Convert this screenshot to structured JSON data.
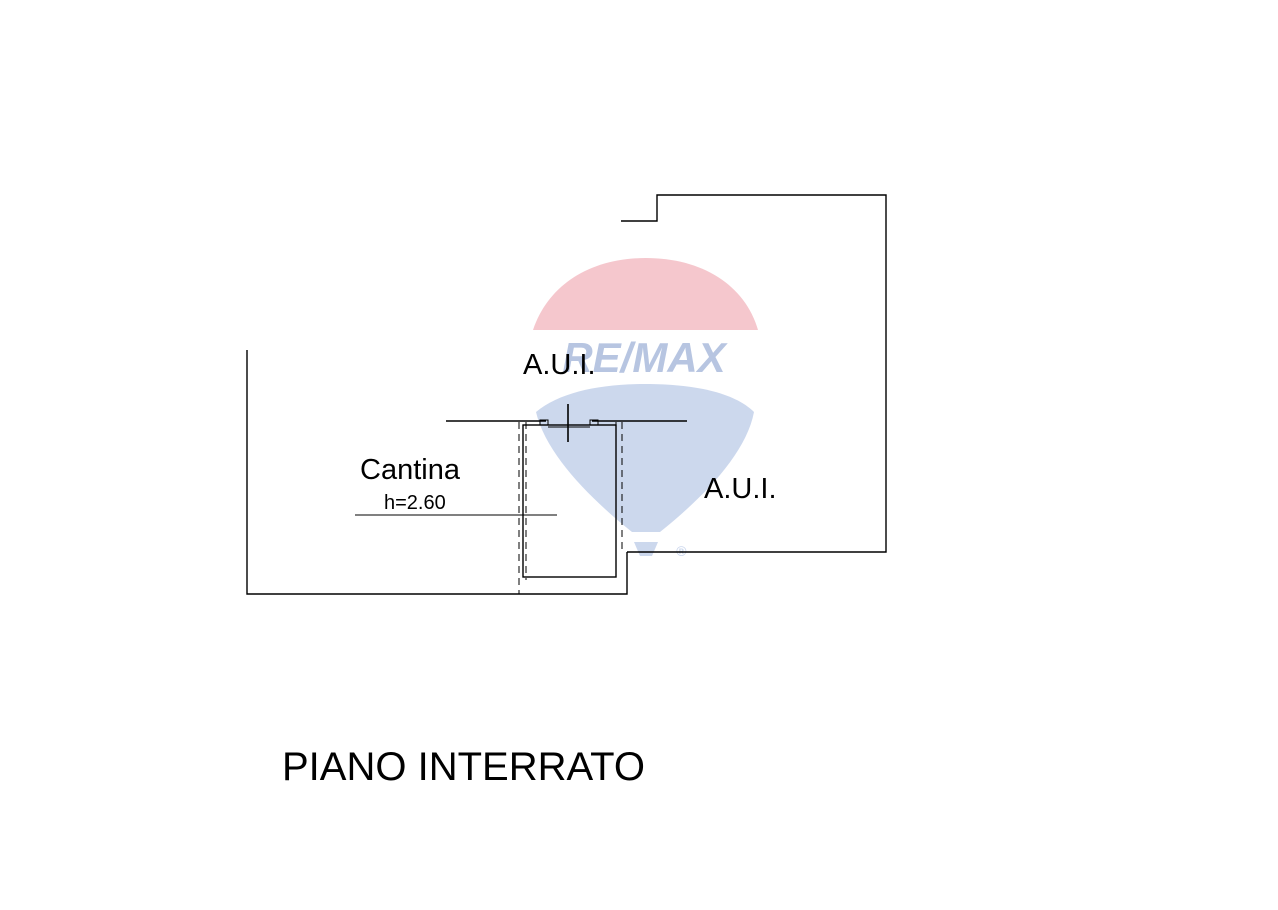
{
  "floor_plan": {
    "title": "PIANO INTERRATO",
    "rooms": [
      {
        "name": "A.U.I."
      },
      {
        "name": "A.U.I."
      },
      {
        "name": "Cantina",
        "height_label": "h=2.60"
      }
    ]
  },
  "watermark": {
    "brand": "RE/MAX",
    "registered_mark": "®",
    "colors": {
      "top": "#f2b5bd",
      "bottom": "#bccbe8",
      "text": "#9fb2d8"
    }
  },
  "colors": {
    "lines": "#000000",
    "background": "#ffffff"
  }
}
